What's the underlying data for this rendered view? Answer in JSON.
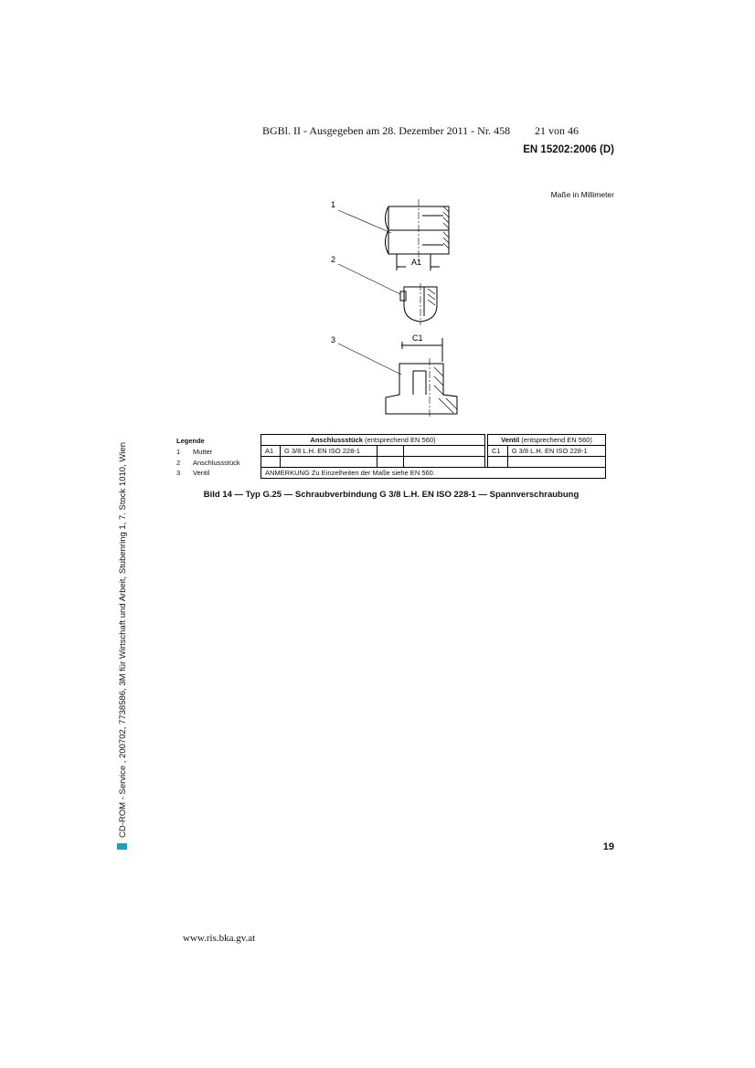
{
  "header": {
    "gazette": "BGBl. II - Ausgegeben am 28. Dezember 2011 - Nr. 458",
    "page_of": "21 von 46"
  },
  "standard_id": "EN 15202:2006 (D)",
  "units_note": "Maße in Millimeter",
  "figure": {
    "callouts": [
      "1",
      "2",
      "3"
    ],
    "dim_labels": [
      "A1",
      "C1"
    ]
  },
  "legend": {
    "title": "Legende",
    "items": [
      {
        "num": "1",
        "label": "Mutter"
      },
      {
        "num": "2",
        "label": "Anschlussstück"
      },
      {
        "num": "3",
        "label": "Ventil"
      }
    ]
  },
  "dim_table": {
    "left_header_bold": "Anschlussstück",
    "left_header_rest": " (entsprechend EN 560)",
    "right_header_bold": "Ventil",
    "right_header_rest": " (entsprechend EN 560)",
    "a_code": "A1",
    "a_value": "G 3/8 L.H. EN ISO 228-1",
    "c_code": "C1",
    "c_value": "G 3/8 L.H. EN ISO 228-1",
    "note": "ANMERKUNG    Zu Einzelheiten der Maße siehe EN 560."
  },
  "caption": "Bild 14 — Typ G.25 — Schraubverbindung G 3/8 L.H. EN ISO 228-1 — Spannverschraubung",
  "side_note": "CD-ROM - Service , 200702, 7738586, 3M für Wirtschaft und Arbeit, Stubenring 1, 7. Stock  1010, Wien",
  "page_number": "19",
  "footer_url": "www.ris.bka.gv.at",
  "colors": {
    "side_logo": "#1aa3b8"
  }
}
